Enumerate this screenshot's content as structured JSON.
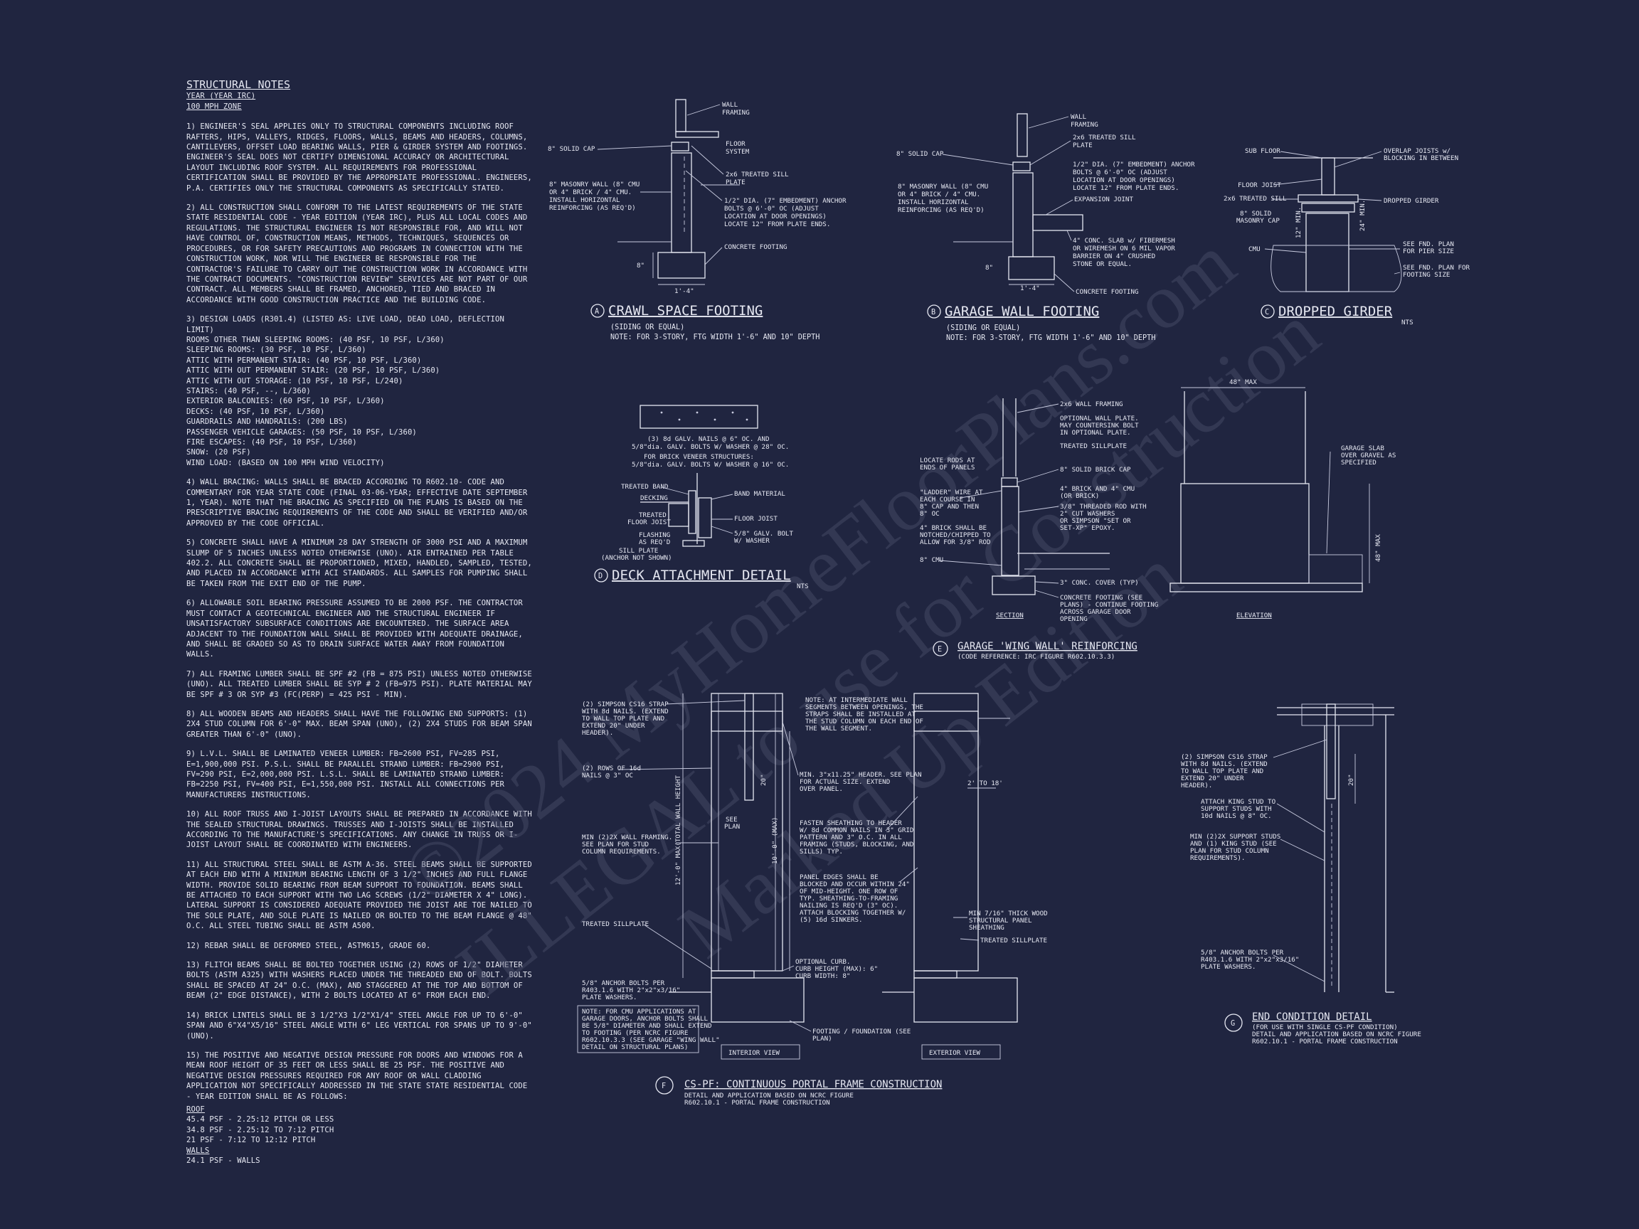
{
  "watermark": {
    "line1": "©2024 MyHomeFloorPlans.com",
    "line2": "ILLEGAL to use for Construction",
    "line3": "Marked Up Edition"
  },
  "notes": {
    "title": "STRUCTURAL NOTES",
    "year": "YEAR (YEAR IRC)",
    "zone": "100 mph ZONE",
    "paragraphs": [
      "1) ENGINEER'S SEAL APPLIES ONLY TO STRUCTURAL COMPONENTS INCLUDING ROOF RAFTERS, HIPS, VALLEYS, RIDGES, FLOORS, WALLS, BEAMS AND HEADERS, COLUMNS, CANTILEVERS, OFFSET LOAD BEARING WALLS, PIER & GIRDER SYSTEM AND FOOTINGS. ENGINEER'S SEAL DOES NOT CERTIFY DIMENSIONAL ACCURACY OR ARCHITECTURAL LAYOUT INCLUDING ROOF SYSTEM. ALL REQUIREMENTS FOR PROFESSIONAL CERTIFICATION SHALL BE PROVIDED BY THE APPROPRIATE PROFESSIONAL. ENGINEERS, P.A. CERTIFIES ONLY THE STRUCTURAL COMPONENTS AS SPECIFICALLY STATED.",
      "2) ALL CONSTRUCTION SHALL CONFORM TO THE LATEST REQUIREMENTS OF THE STATE STATE RESIDENTIAL CODE - YEAR EDITION (YEAR IRC), PLUS ALL LOCAL CODES AND REGULATIONS. THE STRUCTURAL ENGINEER IS NOT RESPONSIBLE FOR, AND WILL NOT HAVE CONTROL OF, CONSTRUCTION MEANS, METHODS, TECHNIQUES, SEQUENCES OR PROCEDURES, OR FOR SAFETY PRECAUTIONS AND PROGRAMS IN CONNECTION WITH THE CONSTRUCTION WORK, NOR WILL THE ENGINEER BE RESPONSIBLE FOR THE CONTRACTOR'S FAILURE TO CARRY OUT THE CONSTRUCTION WORK IN ACCORDANCE WITH THE CONTRACT DOCUMENTS. \"CONSTRUCTION REVIEW\" SERVICES ARE NOT PART OF OUR CONTRACT. ALL MEMBERS SHALL BE FRAMED, ANCHORED, TIED AND BRACED IN ACCORDANCE WITH GOOD CONSTRUCTION PRACTICE AND THE BUILDING CODE."
    ],
    "loads_intro": "3) DESIGN LOADS (R301.4) (LISTED AS: LIVE LOAD, DEAD LOAD, DEFLECTION LIMIT)",
    "loads": [
      "ROOMS OTHER THAN SLEEPING ROOMS: (40 PSF, 10 PSF, L/360)",
      "SLEEPING ROOMS: (30 PSF, 10 PSF, L/360)",
      "ATTIC WITH PERMANENT STAIR: (40 PSF, 10 PSF, L/360)",
      "ATTIC WITH OUT PERMANENT STAIR: (20 PSF, 10 PSF, L/360)",
      "ATTIC WITH OUT STORAGE: (10 PSF, 10 PSF, L/240)",
      "STAIRS: (40 PSF, --, L/360)",
      "EXTERIOR BALCONIES: (60 PSF, 10 PSF, L/360)",
      "DECKS: (40 PSF, 10 PSF, L/360)",
      "GUARDRAILS AND HANDRAILS: (200 LBS)",
      "PASSENGER VEHICLE GARAGES: (50 PSF, 10 PSF, L/360)",
      "FIRE ESCAPES: (40 PSF, 10 PSF, L/360)",
      "SNOW: (20 PSF)",
      "WIND LOAD: (BASED ON 100 MPH WIND VELOCITY)"
    ],
    "paragraphs2": [
      "4) WALL BRACING: WALLS SHALL BE BRACED ACCORDING TO R602.10- CODE AND COMMENTARY FOR YEAR STATE CODE (FINAL 03-06-YEAR; EFFECTIVE DATE SEPTEMBER 1, YEAR). NOTE THAT THE BRACING AS SPECIFIED ON THE PLANS IS BASED ON THE PRESCRIPTIVE BRACING REQUIREMENTS OF THE CODE AND SHALL BE VERIFIED AND/OR APPROVED BY THE CODE OFFICIAL.",
      "5) CONCRETE SHALL HAVE A MINIMUM 28 DAY STRENGTH OF 3000 PSI AND A MAXIMUM SLUMP OF 5 INCHES UNLESS NOTED OTHERWISE (UNO). AIR ENTRAINED PER TABLE 402.2. ALL CONCRETE SHALL BE PROPORTIONED, MIXED, HANDLED, SAMPLED, TESTED, AND PLACED IN ACCORDANCE WITH ACI STANDARDS. ALL SAMPLES FOR PUMPING SHALL BE TAKEN FROM THE EXIT END OF THE PUMP.",
      "6) ALLOWABLE SOIL BEARING PRESSURE ASSUMED TO BE 2000 PSF. THE CONTRACTOR MUST CONTACT A GEOTECHNICAL ENGINEER AND THE STRUCTURAL ENGINEER IF UNSATISFACTORY SUBSURFACE CONDITIONS ARE ENCOUNTERED. THE SURFACE AREA ADJACENT TO THE FOUNDATION WALL SHALL BE PROVIDED WITH ADEQUATE DRAINAGE, AND SHALL BE GRADED SO AS TO DRAIN SURFACE WATER AWAY FROM FOUNDATION WALLS.",
      "7) ALL FRAMING LUMBER SHALL BE SPF #2 (Fb = 875 PSI) UNLESS NOTED OTHERWISE (UNO). ALL TREATED LUMBER SHALL BE SYP # 2 (Fb=975 PSI). PLATE MATERIAL MAY BE SPF # 3 OR SYP #3 (Fc(perp) = 425 PSI - MIN).",
      "8) ALL WOODEN BEAMS AND HEADERS SHALL HAVE THE FOLLOWING END SUPPORTS: (1) 2x4 STUD COLUMN FOR 6'-0\" MAX. BEAM SPAN (UNO), (2) 2X4 STUDS FOR BEAM SPAN GREATER THAN 6'-0\" (UNO).",
      "9) L.V.L. SHALL BE LAMINATED VENEER LUMBER: Fb=2600 PSI, Fv=285 PSI, E=1,900,000 PSI. P.S.L. SHALL BE PARALLEL STRAND LUMBER: Fb=2900 PSI, Fv=290 PSI, E=2,000,000 PSI. L.S.L. SHALL BE LAMINATED STRAND LUMBER: Fb=2250 PSI, Fv=400 PSI, E=1,550,000 PSI. INSTALL ALL CONNECTIONS PER MANUFACTURERS INSTRUCTIONS.",
      "10) ALL ROOF TRUSS AND I-JOIST LAYOUTS SHALL BE PREPARED IN ACCORDANCE WITH THE SEALED STRUCTURAL DRAWINGS. TRUSSES AND I-JOISTS SHALL BE INSTALLED ACCORDING TO THE MANUFACTURE'S SPECIFICATIONS. ANY CHANGE IN TRUSS OR I-JOIST LAYOUT SHALL BE COORDINATED WITH ENGINEERS.",
      "11) ALL STRUCTURAL STEEL SHALL BE ASTM A-36. STEEL BEAMS SHALL BE SUPPORTED AT EACH END WITH A MINIMUM BEARING LENGTH OF 3 1/2\" INCHES AND FULL FLANGE WIDTH. PROVIDE SOLID BEARING FROM BEAM SUPPORT TO FOUNDATION. BEAMS SHALL BE ATTACHED TO EACH SUPPORT WITH TWO LAG SCREWS (1/2\" DIAMETER x 4\" LONG). LATERAL SUPPORT IS CONSIDERED ADEQUATE PROVIDED THE JOIST ARE TOE NAILED TO THE SOLE PLATE, AND SOLE PLATE IS NAILED OR BOLTED TO THE BEAM FLANGE @ 48\" O.C. ALL STEEL TUBING SHALL BE ASTM A500.",
      "12) REBAR SHALL BE DEFORMED STEEL, ASTM615, GRADE 60.",
      "13) FLITCH BEAMS SHALL BE BOLTED TOGETHER USING (2) ROWS OF 1/2\" DIAMETER BOLTS (ASTM A325) WITH WASHERS PLACED UNDER THE THREADED END OF BOLT. BOLTS SHALL BE SPACED AT 24\" O.C. (MAX), AND STAGGERED AT THE TOP AND BOTTOM OF BEAM (2\" EDGE DISTANCE), WITH 2 BOLTS LOCATED AT 6\" FROM EACH END.",
      "14) BRICK LINTELS SHALL BE 3 1/2\"x3 1/2\"x1/4\" STEEL ANGLE FOR UP TO 6'-0\" SPAN AND 6\"x4\"x5/16\" STEEL ANGLE WITH 6\" LEG VERTICAL FOR SPANS UP TO 9'-0\" (UNO).",
      "15) THE POSITIVE AND NEGATIVE DESIGN PRESSURE FOR DOORS AND WINDOWS FOR A MEAN ROOF HEIGHT OF 35 FEET OR LESS SHALL BE 25 PSF. THE POSITIVE AND NEGATIVE DESIGN PRESSURES REQUIRED FOR ANY ROOF OR WALL CLADDING APPLICATION NOT SPECIFICALLY ADDRESSED IN THE STATE STATE RESIDENTIAL CODE - YEAR EDITION SHALL BE AS FOLLOWS:"
    ],
    "roof_title": "ROOF",
    "roof_items": [
      "45.4 PSF - 2.25:12 PITCH OR LESS",
      "34.8 PSF - 2.25:12 TO 7:12 PITCH",
      "21 PSF - 7:12 TO 12:12 PITCH"
    ],
    "walls_title": "WALLS",
    "walls_items": [
      "24.1 PSF - WALLS"
    ]
  },
  "details": {
    "a": {
      "letter": "A",
      "title": "CRAWL SPACE FOOTING",
      "sub1": "(SIDING OR EQUAL)",
      "sub2": "NOTE: FOR 3-STORY, FTG WIDTH 1'-6\" AND 10\" DEPTH",
      "labels": [
        "WALL",
        "FRAMING",
        "8\" SOLID CAP",
        "FLOOR",
        "SYSTEM",
        "2x6 TREATED SILL",
        "PLATE",
        "8\" MASONRY WALL (8\" CMU",
        "OR 4\" BRICK / 4\" CMU.",
        "INSTALL HORIZONTAL",
        "REINFORCING (AS REQ'D)",
        "1/2\" DIA. (7\" EMBEDMENT) ANCHOR",
        "BOLTS @ 6'-0\" OC (ADJUST",
        "LOCATION AT DOOR OPENINGS)",
        "LOCATE 12\" FROM PLATE ENDS.",
        "CONCRETE FOOTING",
        "8\"",
        "1'-4\""
      ]
    },
    "b": {
      "letter": "B",
      "title": "GARAGE WALL FOOTING",
      "sub1": "(SIDING OR EQUAL)",
      "sub2": "NOTE: FOR 3-STORY, FTG WIDTH 1'-6\" AND 10\" DEPTH",
      "labels": [
        "WALL",
        "FRAMING",
        "8\" SOLID CAP",
        "2x6 TREATED SILL",
        "PLATE",
        "1/2\" DIA. (7\" EMBEDMENT) ANCHOR",
        "BOLTS @ 6'-0\" OC (ADJUST",
        "LOCATION AT DOOR OPENINGS)",
        "LOCATE 12\" FROM PLATE ENDS.",
        "8\" MASONRY WALL (8\" CMU",
        "OR 4\" BRICK / 4\" CMU.",
        "INSTALL HORIZONTAL",
        "REINFORCING (AS REQ'D)",
        "EXPANSION JOINT",
        "4\" CONC. SLAB w/ FIBERMESH",
        "OR WIREMESH ON 6 MIL VAPOR",
        "BARRIER ON 4\" CRUSHED",
        "STONE OR EQUAL.",
        "CONCRETE FOOTING",
        "8\"",
        "1'-4\""
      ]
    },
    "c": {
      "letter": "C",
      "title": "DROPPED GIRDER",
      "nts": "NTS",
      "labels": [
        "SUB FLOOR",
        "OVERLAP JOISTS w/",
        "BLOCKING IN BETWEEN",
        "FLOOR JOIST",
        "2x6 TREATED SILL",
        "DROPPED GIRDER",
        "8\" SOLID",
        "MASONRY CAP",
        "12\" MIN.",
        "24\" MIN.",
        "CMU",
        "SEE FND. PLAN",
        "FOR PIER SIZE",
        "SEE FND. PLAN FOR",
        "FOOTING SIZE"
      ]
    },
    "d": {
      "letter": "D",
      "title": "DECK ATTACHMENT DETAIL",
      "nts": "NTS",
      "labels": [
        "(3) 8d GALV. NAILS @ 6\" OC. AND",
        "5/8\"dia. GALV. BOLTS W/ WASHER @ 28\" OC.",
        "FOR BRICK VENEER STRUCTURES:",
        "5/8\"dia. GALV. BOLTS W/ WASHER @ 16\" OC.",
        "TREATED BAND",
        "DECKING",
        "TREATED",
        "FLOOR JOIST",
        "FLASHING",
        "AS REQ'D",
        "SILL PLATE",
        "(ANCHOR NOT SHOWN)",
        "BAND MATERIAL",
        "FLOOR JOIST",
        "5/8\" GALV. BOLT",
        "W/ WASHER"
      ]
    },
    "e": {
      "letter": "E",
      "title": "GARAGE 'WING WALL' REINFORCING",
      "sub": "(CODE REFERENCE: IRC FIGURE R602.10.3.3)",
      "labels": [
        "2x6 WALL FRAMING",
        "OPTIONAL WALL PLATE.",
        "MAY COUNTERSINK BOLT",
        "IN OPTIONAL PLATE.",
        "TREATED SILLPLATE",
        "8\" SOLID BRICK CAP",
        "LOCATE RODS AT",
        "ENDS OF PANELS",
        "\"LADDER\" WIRE AT",
        "EACH COURSE IN",
        "8\" CAP AND THEN",
        "8\" OC",
        "4\" BRICK AND 4\" CMU",
        "(OR BRICK)",
        "3/8\" THREADED ROD WITH",
        "2\" CUT WASHERS",
        "OR SIMPSON \"SET OR",
        "SET-XP\" EPOXY.",
        "4\" BRICK SHALL BE",
        "NOTCHED/CHIPPED TO",
        "ALLOW FOR 3/8\" ROD",
        "8\" CMU",
        "3\" CONC. COVER (TYP)",
        "CONCRETE FOOTING (SEE",
        "PLANS) - CONTINUE FOOTING",
        "ACROSS GARAGE DOOR",
        "OPENING",
        "48\" MAX",
        "48\" MAX",
        "GARAGE SLAB",
        "OVER GRAVEL AS",
        "SPECIFIED",
        "SECTION",
        "ELEVATION"
      ]
    },
    "f": {
      "letter": "F",
      "title": "CS-PF: CONTINUOUS PORTAL FRAME CONSTRUCTION",
      "sub1": "DETAIL AND APPLICATION BASED ON NCRC FIGURE",
      "sub2": "R602.10.1 - PORTAL FRAME CONSTRUCTION",
      "labels": [
        "(2) SIMPSON CS16 STRAP",
        "WITH 8d NAILS. (EXTEND",
        "TO WALL TOP PLATE AND",
        "EXTEND 20\" UNDER",
        "HEADER).",
        "(2) ROWS OF 16d",
        "NAILS @ 3\" OC",
        "MIN (2)2X WALL FRAMING.",
        "SEE PLAN FOR STUD",
        "COLUMN REQUIREMENTS.",
        "TREATED SILLPLATE",
        "5/8\" ANCHOR BOLTS PER",
        "R403.1.6 WITH 2\"x2\"x3/16\"",
        "PLATE WASHERS.",
        "NOTE: FOR CMU APPLICATIONS AT",
        "GARAGE DOORS, ANCHOR BOLTS SHALL",
        "BE 5/8\" DIAMETER AND SHALL EXTEND",
        "TO FOOTING (PER NCRC FIGURE",
        "R602.10.3.3 (SEE GARAGE \"WING WALL\"",
        "DETAIL ON STRUCTURAL PLANS)",
        "12'-0\" MAX(TOTAL WALL HEIGHT",
        "10'-0\" (MAX)",
        "20\"",
        "SEE",
        "PLAN",
        "NOTE: AT INTERMEDIATE WALL",
        "SEGMENTS BETWEEN OPENINGS, THE",
        "STRAPS SHALL BE INSTALLED AT",
        "THE STUD COLUMN ON EACH END OF",
        "THE WALL SEGMENT.",
        "MIN. 3\"x11.25\" HEADER. SEE PLAN",
        "FOR ACTUAL SIZE. EXTEND",
        "OVER PANEL.",
        "FASTEN SHEATHING TO HEADER",
        "W/ 8d COMMON NAILS IN 3\" GRID",
        "PATTERN AND 3\" O.C. IN ALL",
        "FRAMING (STUDS, BLOCKING, AND",
        "SILLS) TYP.",
        "PANEL EDGES SHALL BE",
        "BLOCKED AND OCCUR WITHIN 24\"",
        "OF MID-HEIGHT. ONE ROW OF",
        "TYP. SHEATHING-TO-FRAMING",
        "NAILING IS REQ'D (3\" OC).",
        "ATTACH BLOCKING TOGETHER W/",
        "(5) 16d SINKERS.",
        "OPTIONAL CURB.",
        "CURB HEIGHT (MAX): 6\"",
        "CURB WIDTH: 8\"",
        "FOOTING / FOUNDATION (SEE",
        "PLAN)",
        "2' TO 18'",
        "MIN 7/16\" THICK WOOD",
        "STRUCTURAL PANEL",
        "SHEATHING",
        "TREATED SILLPLATE",
        "INTERIOR VIEW",
        "EXTERIOR VIEW"
      ]
    },
    "g": {
      "letter": "G",
      "title": "END CONDITION DETAIL",
      "sub1": "(FOR USE WITH SINGLE CS-PF CONDITION)",
      "sub2": "DETAIL AND APPLICATION BASED ON NCRC FIGURE",
      "sub3": "R602.10.1 - PORTAL FRAME CONSTRUCTION",
      "labels": [
        "(2) SIMPSON CS16 STRAP",
        "WITH 8d NAILS. (EXTEND",
        "TO WALL TOP PLATE AND",
        "EXTEND 20\" UNDER",
        "HEADER).",
        "ATTACH KING STUD TO",
        "SUPPORT STUDS WITH",
        "10d NAILS @ 8\" OC.",
        "MIN (2)2X SUPPORT STUDS",
        "AND (1) KING STUD (SEE",
        "PLAN FOR STUD COLUMN",
        "REQUIREMENTS).",
        "5/8\" ANCHOR BOLTS PER",
        "R403.1.6 WITH 2\"x2\"x3/16\"",
        "PLATE WASHERS.",
        "20\""
      ]
    }
  }
}
